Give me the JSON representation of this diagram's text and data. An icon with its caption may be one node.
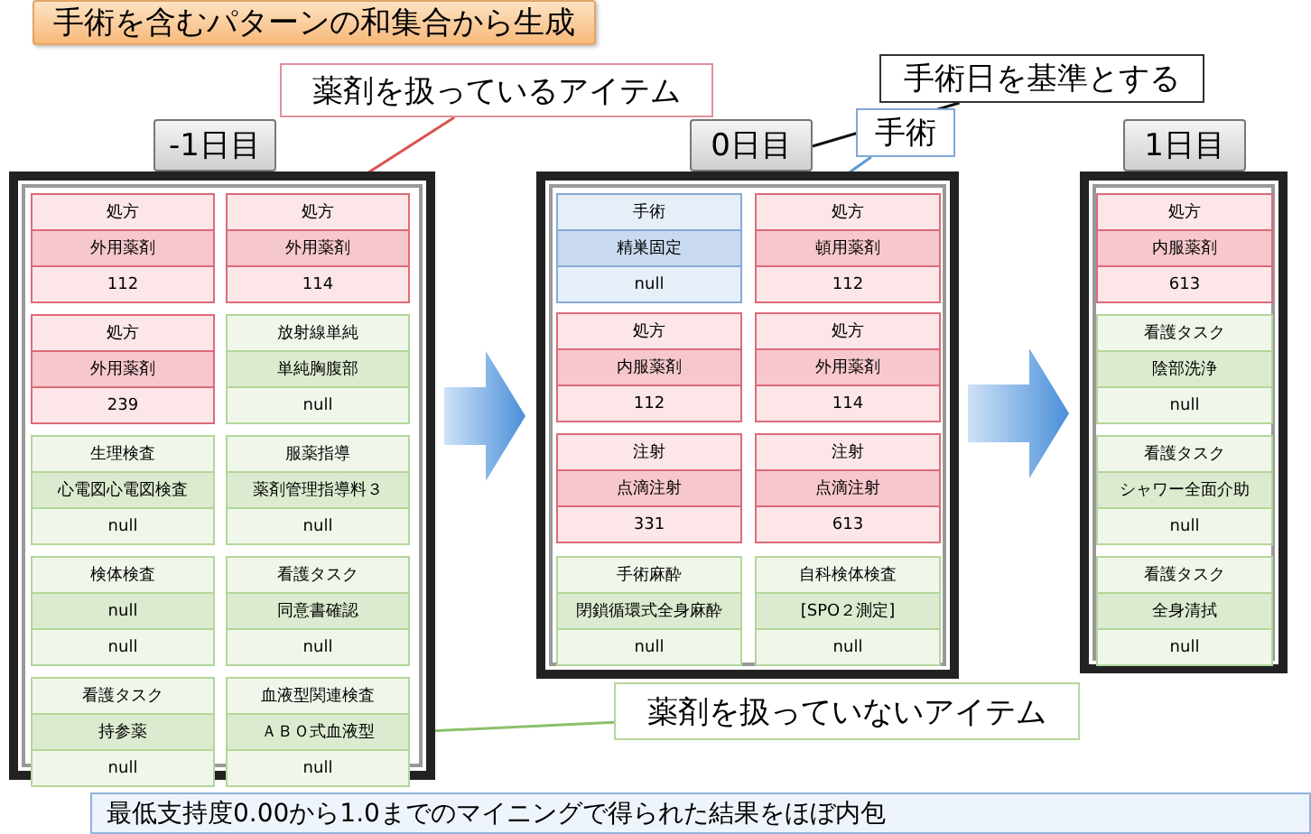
{
  "diagram": {
    "title": "手術を含むパターンの和集合から生成",
    "caption": "最低支持度0.00から1.0までのマイニングで得られた結果をほぼ内包",
    "nodes": [
      {
        "text": [
          "薬剤を扱っているアイテム"
        ]
      },
      {
        "text": [
          "手術日を基準とする"
        ]
      },
      {
        "text": [
          "手術"
        ]
      },
      {
        "text": [
          "-1日目"
        ]
      },
      {
        "text": [
          "処方",
          "外用薬剤",
          "112"
        ],
        "in": 3
      },
      {
        "text": [
          "処方",
          "外用薬剤",
          "114"
        ],
        "in": 3
      },
      {
        "text": [
          "処方",
          "外用薬剤",
          "239"
        ],
        "in": 3
      },
      {
        "text": [
          "放射線単純",
          "単純胸腹部",
          "null"
        ],
        "in": 3
      },
      {
        "text": [
          "生理検査",
          "心電図心電図検査",
          "null"
        ],
        "in": 3
      },
      {
        "text": [
          "服薬指導",
          "薬剤管理指導料３",
          "null"
        ],
        "in": 3
      },
      {
        "text": [
          "検体検査",
          "null",
          "null"
        ],
        "in": 3
      },
      {
        "text": [
          "看護タスク",
          "同意書確認",
          "null"
        ],
        "in": 3
      },
      {
        "text": [
          "看護タスク",
          "持参薬",
          "null"
        ],
        "in": 3
      },
      {
        "text": [
          "血液型関連検査",
          "ＡＢＯ式血液型",
          "null"
        ],
        "in": 3
      },
      {
        "text": [
          "0日目"
        ]
      },
      {
        "text": [
          "手術",
          "精巣固定",
          "null"
        ],
        "in": 14
      },
      {
        "text": [
          "処方",
          "頓用薬剤",
          "112"
        ],
        "in": 14
      },
      {
        "text": [
          "処方",
          "内服薬剤",
          "112"
        ],
        "in": 14
      },
      {
        "text": [
          "処方",
          "外用薬剤",
          "114"
        ],
        "in": 14
      },
      {
        "text": [
          "注射",
          "点滴注射",
          "331"
        ],
        "in": 14
      },
      {
        "text": [
          "注射",
          "点滴注射",
          "613"
        ],
        "in": 14
      },
      {
        "text": [
          "手術麻酔",
          "閉鎖循環式全身麻酔",
          "null"
        ],
        "in": 14
      },
      {
        "text": [
          "自科検体検査",
          "[SPO２測定]",
          "null"
        ],
        "in": 14
      },
      {
        "text": [
          "1日目"
        ]
      },
      {
        "text": [
          "処方",
          "内服薬剤",
          "613"
        ],
        "in": 23
      },
      {
        "text": [
          "看護タスク",
          "陰部洗浄",
          "null"
        ],
        "in": 23
      },
      {
        "text": [
          "看護タスク",
          "シャワー全面介助",
          "null"
        ],
        "in": 23
      },
      {
        "text": [
          "看護タスク",
          "全身清拭",
          "null"
        ],
        "in": 23
      },
      {
        "text": [
          "薬剤を扱っていないアイテム"
        ]
      }
    ],
    "edges": [
      {
        "from": 0,
        "to": 5,
        "arrow": "none",
        "color": "#d9534f"
      },
      {
        "from": 1,
        "to": 14,
        "arrow": "none",
        "color": "#111111"
      },
      {
        "from": 2,
        "to": 15,
        "arrow": "none",
        "color": "#5b9bd5"
      },
      {
        "from": 28,
        "to": 13,
        "arrow": "none",
        "color": "#8cc06a"
      },
      {
        "from": 3,
        "to": 14,
        "arrow": "to"
      },
      {
        "from": 14,
        "to": 23,
        "arrow": "to"
      }
    ]
  }
}
